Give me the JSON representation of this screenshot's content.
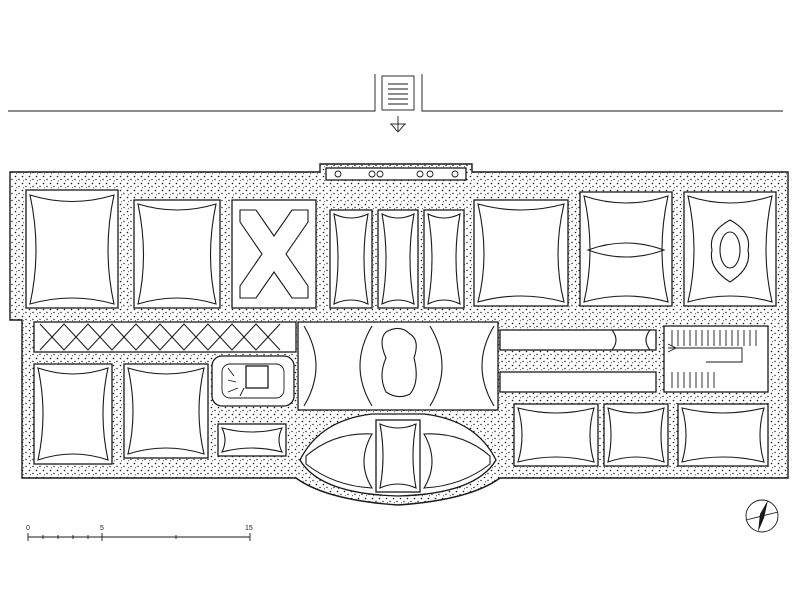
{
  "drawing": {
    "scale_bar": {
      "ticks": [
        "0",
        "5",
        "15"
      ]
    },
    "icons": {
      "north_arrow": "compass-north-arrow-icon",
      "entrance_marker": "entrance-arrow-icon"
    },
    "colors": {
      "ink": "#1a1a1a",
      "paper": "#ffffff"
    }
  }
}
